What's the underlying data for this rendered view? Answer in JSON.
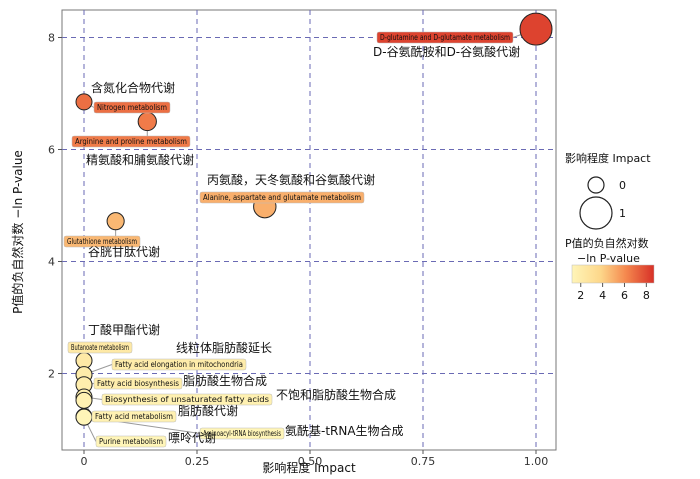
{
  "chart_data": {
    "type": "scatter",
    "xlabel": "影响程度 Impact",
    "ylabel": "P值的负自然对数 −ln P-value",
    "xlim": [
      -0.05,
      1.05
    ],
    "ylim": [
      0.8,
      8.8
    ],
    "xticks": [
      "0",
      "0.25",
      "0.50",
      "0.75",
      "1.00"
    ],
    "yticks": [
      "2",
      "4",
      "6",
      "8"
    ],
    "grid": true,
    "legend_position": "right",
    "size_legend": {
      "title": "影响程度 Impact",
      "items": [
        {
          "label": "0",
          "value": 0
        },
        {
          "label": "1",
          "value": 1
        }
      ]
    },
    "color_legend": {
      "title": "P值的负自然对数",
      "subtitle": "−ln P-value",
      "ticks": [
        "2",
        "4",
        "6",
        "8"
      ],
      "range": [
        1.2,
        8.7
      ],
      "low_color": "#fff5b8",
      "high_color": "#d73027"
    },
    "points": [
      {
        "en": "D-glutamine and D-glutamate metabolism",
        "cn": "D-谷氨酰胺和D-谷氨酸代谢",
        "x": 1.0,
        "y": 8.15
      },
      {
        "en": "Nitrogen metabolism",
        "cn": "含氮化合物代谢",
        "x": 0.0,
        "y": 6.85
      },
      {
        "en": "Arginine and proline metabolism",
        "cn": "精氨酸和脯氨酸代谢",
        "x": 0.14,
        "y": 6.5
      },
      {
        "en": "Alanine, aspartate and glutamate metabolism",
        "cn": "丙氨酸，天冬氨酸和谷氨酸代谢",
        "x": 0.4,
        "y": 4.98
      },
      {
        "en": "Glutathione metabolism",
        "cn": "谷胱甘肽代谢",
        "x": 0.07,
        "y": 4.72
      },
      {
        "en": "Butanoate metabolism",
        "cn": "丁酸甲酯代谢",
        "x": 0.0,
        "y": 2.23
      },
      {
        "en": "Fatty acid elongation in mitochondria",
        "cn": "线粒体脂肪酸延长",
        "x": 0.0,
        "y": 1.98
      },
      {
        "en": "Fatty acid biosynthesis",
        "cn": "脂肪酸生物合成",
        "x": 0.0,
        "y": 1.8
      },
      {
        "en": "Biosynthesis of unsaturated fatty acids",
        "cn": "不饱和脂肪酸生物合成",
        "x": 0.0,
        "y": 1.58
      },
      {
        "en": "Fatty acid metabolism",
        "cn": "脂肪酸代谢",
        "x": 0.0,
        "y": 1.52
      },
      {
        "en": "Aminoacyl-tRNA biosynthesis",
        "cn": "氨酰基-tRNA生物合成",
        "x": 0.0,
        "y": 1.23
      },
      {
        "en": "Purine metabolism",
        "cn": "嘌呤代谢",
        "x": 0.0,
        "y": 1.22
      }
    ]
  }
}
